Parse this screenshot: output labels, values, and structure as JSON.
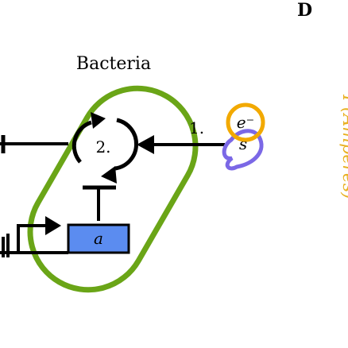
{
  "panel_letter": "D",
  "cell_label": "Bacteria",
  "step_electron_arrow": "1.",
  "step_cycle": "2.",
  "gene_label": "a",
  "electron_label": "e⁻",
  "substrate_label": "s",
  "axis_label_fragment": "I (Amperes)",
  "colors": {
    "cell_outline": "#6aa517",
    "electron_circle": "#f2a900",
    "substrate_blob": "#7b68e6",
    "gene_box": "#5b8cf0",
    "axis_label": "#e8b020",
    "ink": "#000000"
  }
}
